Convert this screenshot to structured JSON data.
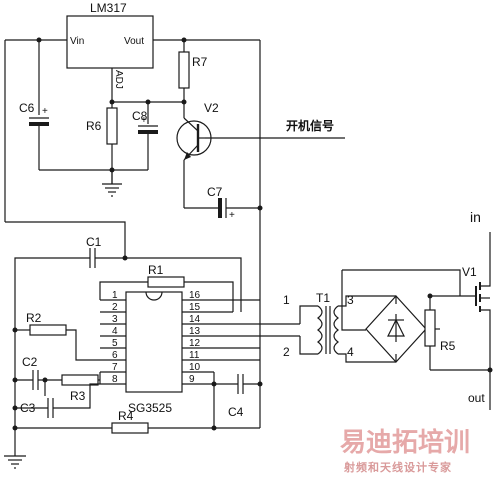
{
  "components": {
    "regulator": "LM317",
    "regulator_pins": {
      "vin": "Vin",
      "vout": "Vout",
      "adj": "ADJ"
    },
    "r7": "R7",
    "r6": "R6",
    "c6": "C6",
    "c8": "C8",
    "v2": "V2",
    "c7": "C7",
    "c1": "C1",
    "r1": "R1",
    "r2": "R2",
    "c2": "C2",
    "r3": "R3",
    "c3": "C3",
    "r4": "R4",
    "c4": "C4",
    "ic": "SG3525",
    "t1": "T1",
    "r5": "R5",
    "v1": "V1",
    "plus": "+"
  },
  "ic_pins_left": [
    "1",
    "2",
    "3",
    "4",
    "5",
    "6",
    "7",
    "8"
  ],
  "ic_pins_right": [
    "16",
    "15",
    "14",
    "13",
    "12",
    "11",
    "10",
    "9"
  ],
  "transformer_pins": {
    "p1": "1",
    "p2": "2",
    "p3": "3",
    "p4": "4"
  },
  "signals": {
    "power_on": "开机信号",
    "input": "in",
    "output": "out"
  },
  "watermark": {
    "brand": "易迪拓培训",
    "tagline": "射频和天线设计专家"
  }
}
